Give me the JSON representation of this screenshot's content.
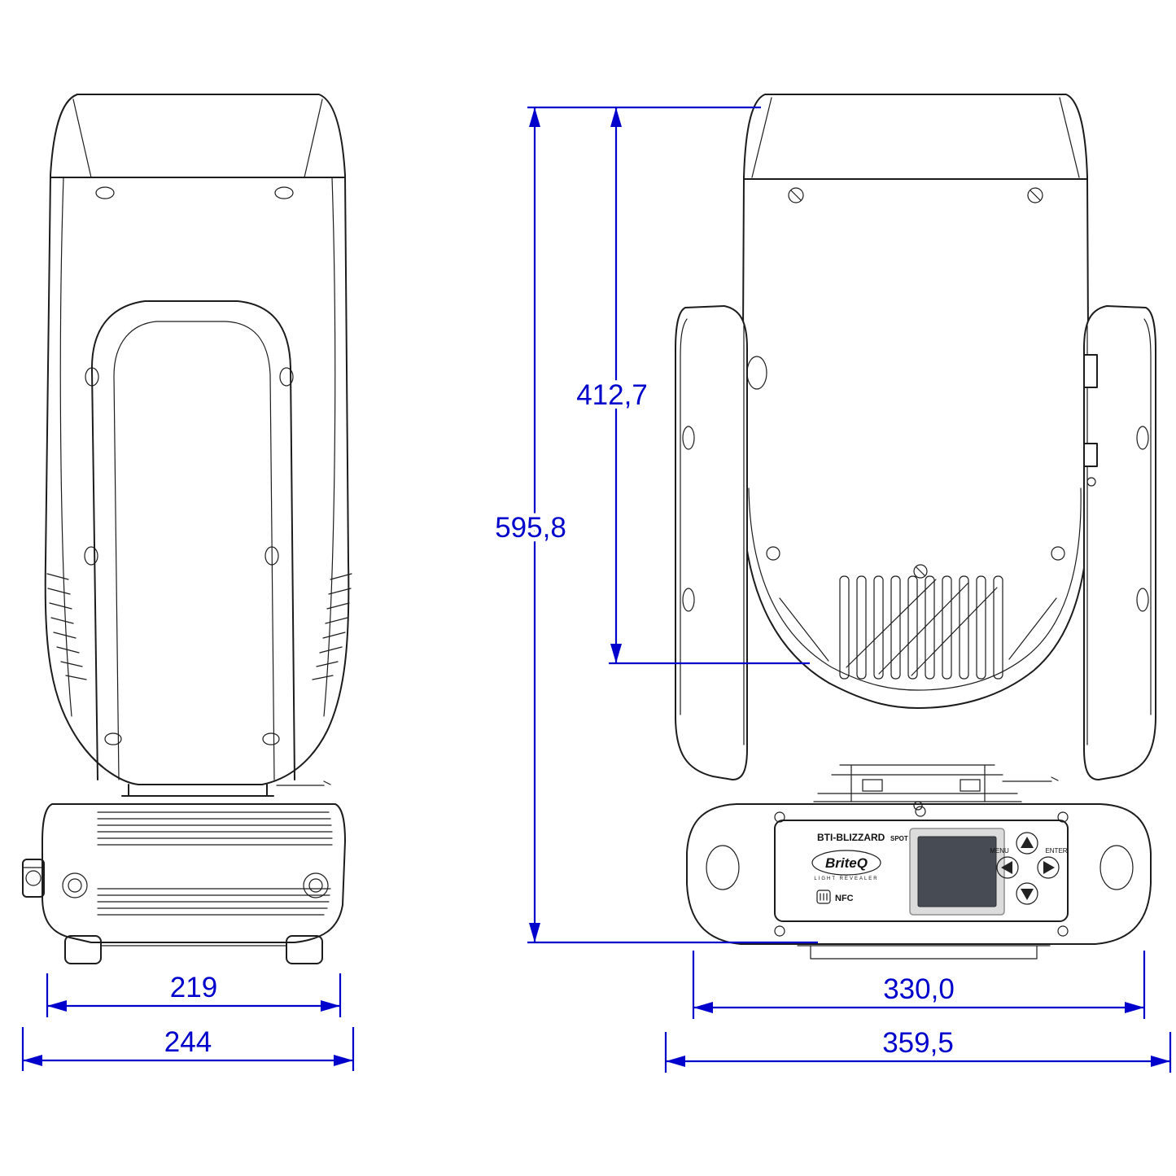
{
  "title": "Moving head fixture dimensional drawing",
  "colors": {
    "background": "#ffffff",
    "line": "#1c1c1c",
    "dimension": "#0000cc",
    "screen": "#474c54",
    "screen_frame": "#dcdcdc"
  },
  "dimensions": {
    "total_height": "595,8",
    "head_height": "412,7",
    "side_inner_width": "219",
    "side_outer_width": "244",
    "front_inner_width": "330,0",
    "front_outer_width": "359,5"
  },
  "panel": {
    "model": "BTI-BLIZZARD",
    "model_suffix": "SPOT",
    "brand": "BriteQ",
    "brand_tagline": "LIGHT REVEALER",
    "nfc_label": "NFC",
    "menu_label": "MENU",
    "enter_label": "ENTER"
  }
}
